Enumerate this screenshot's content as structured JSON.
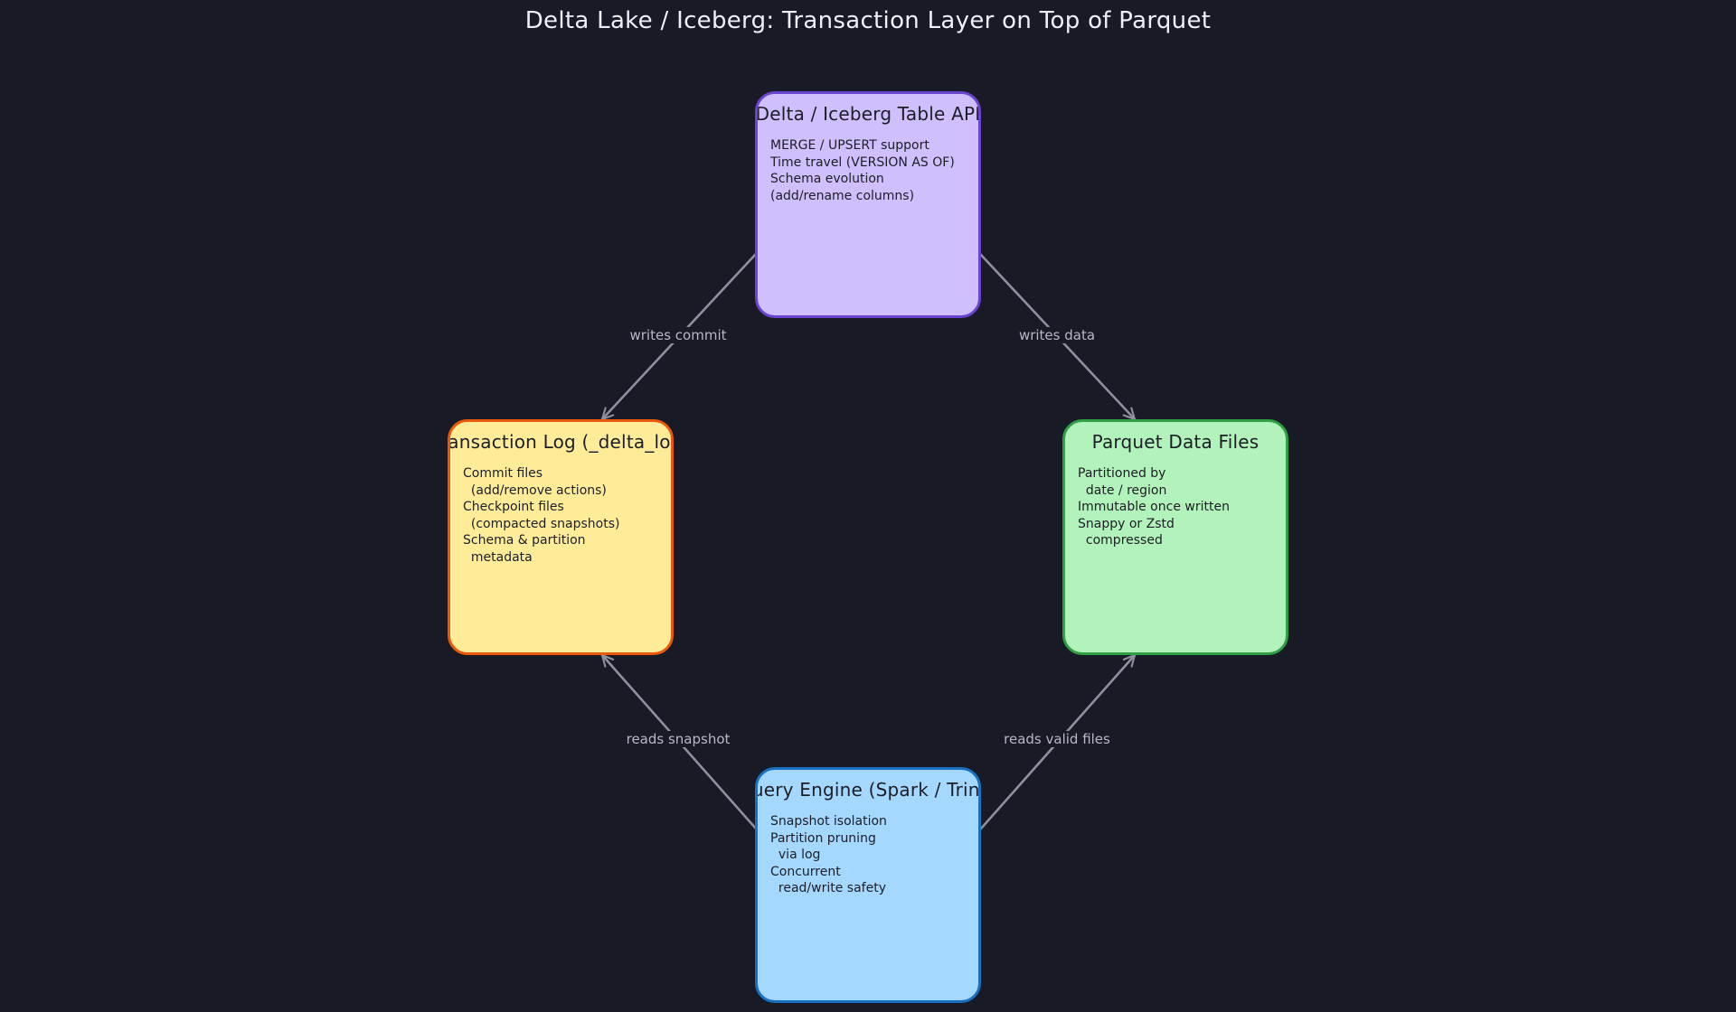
{
  "title": "Delta Lake / Iceberg: Transaction Layer on Top of Parquet",
  "colors": {
    "background": "#181a26",
    "edge": "#8e909d",
    "edge_label": "#b7b9c6"
  },
  "nodes": {
    "table_api": {
      "title": "Delta / Iceberg Table API",
      "lines": [
        "MERGE / UPSERT support",
        "Time travel (VERSION AS OF)",
        "Schema evolution",
        "(add/rename columns)"
      ],
      "fill": "#cfc0fd",
      "stroke": "#6a44cf"
    },
    "transaction_log": {
      "title": "Transaction Log (_delta_log)",
      "lines": [
        "Commit files",
        "  (add/remove actions)",
        "Checkpoint files",
        "  (compacted snapshots)",
        "Schema & partition",
        "  metadata"
      ],
      "fill": "#ffec99",
      "stroke": "#e8590c"
    },
    "parquet_files": {
      "title": "Parquet Data Files",
      "lines": [
        "Partitioned by",
        "  date / region",
        "Immutable once written",
        "Snappy or Zstd",
        "  compressed"
      ],
      "fill": "#b2f2bb",
      "stroke": "#2f9e44"
    },
    "query_engine": {
      "title": "Query Engine (Spark / Trino)",
      "lines": [
        "Snapshot isolation",
        "Partition pruning",
        "  via log",
        "Concurrent",
        "  read/write safety"
      ],
      "fill": "#a5d8ff",
      "stroke": "#1971c2"
    }
  },
  "edges": {
    "writes_commit": {
      "label": "writes commit"
    },
    "writes_data": {
      "label": "writes data"
    },
    "reads_snapshot": {
      "label": "reads snapshot"
    },
    "reads_valid_files": {
      "label": "reads valid files"
    }
  }
}
